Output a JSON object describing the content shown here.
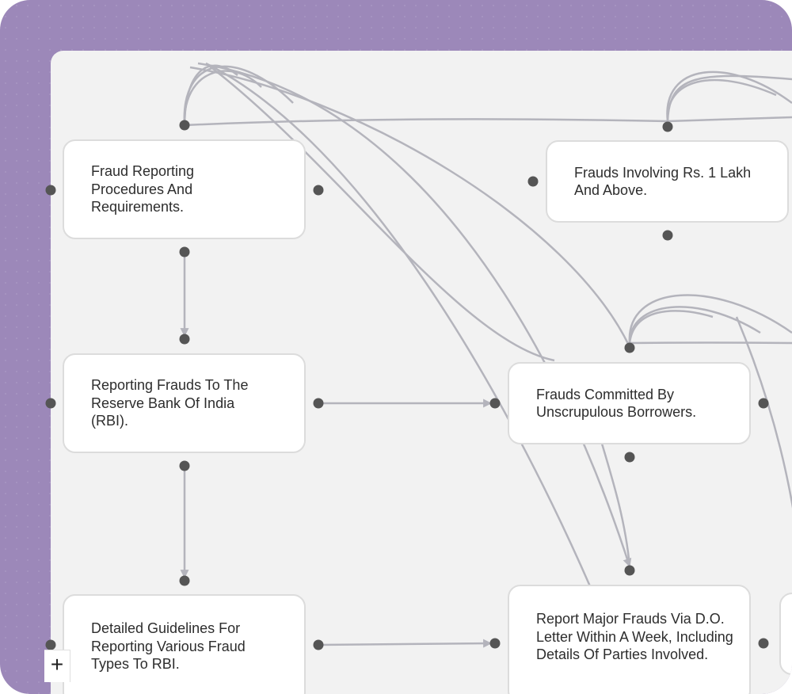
{
  "nodes": [
    {
      "id": "fraud-reporting-procedures",
      "label": "Fraud Reporting Procedures And Requirements."
    },
    {
      "id": "frauds-rs-1-lakh",
      "label": "Frauds Involving Rs. 1 Lakh And Above."
    },
    {
      "id": "reporting-to-rbi",
      "label": "Reporting Frauds To The Reserve Bank Of India (RBI)."
    },
    {
      "id": "unscrupulous-borrowers",
      "label": "Frauds Committed By Unscrupulous Borrowers."
    },
    {
      "id": "detailed-guidelines",
      "label": "Detailed Guidelines For Reporting Various Fraud Types To RBI."
    },
    {
      "id": "report-major-frauds",
      "label": "Report Major Frauds Via D.O. Letter Within A Week, Including Details Of Parties Involved."
    }
  ],
  "controls": {
    "zoom_in": "+"
  },
  "colors": {
    "frame": "#9c88b9",
    "canvas": "#f2f2f2",
    "edge": "#b4b4bc",
    "handle": "#555555"
  }
}
